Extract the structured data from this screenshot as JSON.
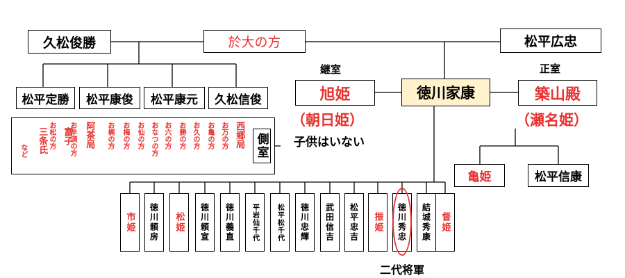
{
  "top": {
    "hisamatsu_toshikatsu": "久松俊勝",
    "odai_no_kata": "於大の方",
    "matsudaira_hirotada": "松平広忠"
  },
  "siblings": [
    "松平定勝",
    "松平康俊",
    "松平康元",
    "久松信俊"
  ],
  "center": {
    "tokugawa_ieyasu": "徳川家康",
    "keishitsu_label": "継室",
    "seishitsu_label": "正室",
    "asahi_hime": "旭姫",
    "asahi_hime_alias": "（朝日姫）",
    "no_children": "子供はいない",
    "tsukiyama_dono": "築山殿",
    "tsukiyama_alias": "（瀬名姫）"
  },
  "tsukiyama_children": [
    "亀姫",
    "松平信康"
  ],
  "concubines": {
    "items": [
      "西郷局",
      "お万の方",
      "お亀の方",
      "お久の方",
      "お勝の方",
      "お六の方",
      "おなつの方",
      "お仙の方",
      "お梅の方",
      "お梶の方",
      "阿茶局",
      "お牟須の方",
      "富子",
      "お松の方",
      "三条氏",
      "など"
    ],
    "label": "側室"
  },
  "children": [
    "市姫",
    "徳川頼房",
    "松姫",
    "徳川頼宣",
    "徳川義直",
    "平岩仙千代",
    "松平松千代",
    "徳川忠輝",
    "武田信吉",
    "松平忠吉",
    "振姫",
    "徳川秀忠",
    "結城秀康",
    "督姫"
  ],
  "highlight_caption": "二代将軍",
  "colors": {
    "accent_red": "#e8322e",
    "highlight_fill": "#fff2cc",
    "line": "#000000"
  }
}
